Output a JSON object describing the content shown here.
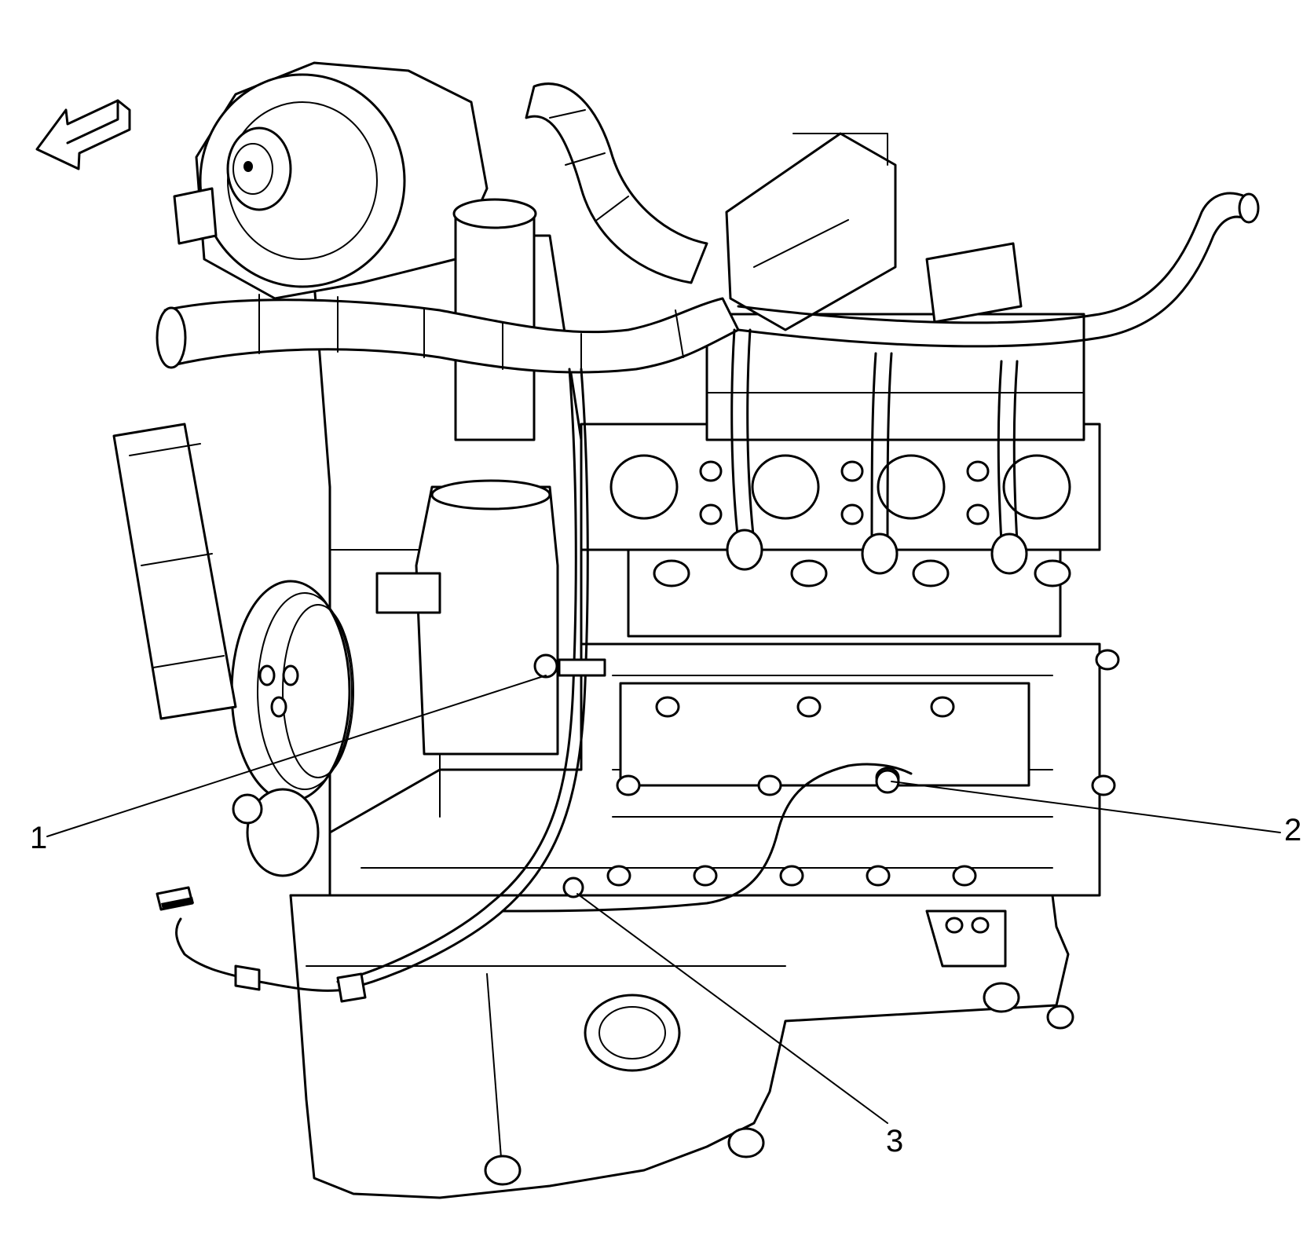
{
  "callouts": [
    {
      "id": "1",
      "label": "1"
    },
    {
      "id": "2",
      "label": "2"
    },
    {
      "id": "3",
      "label": "3"
    }
  ],
  "icons": {
    "orientation": "front-arrow-icon"
  },
  "colors": {
    "line": "#000000",
    "background": "#ffffff"
  }
}
